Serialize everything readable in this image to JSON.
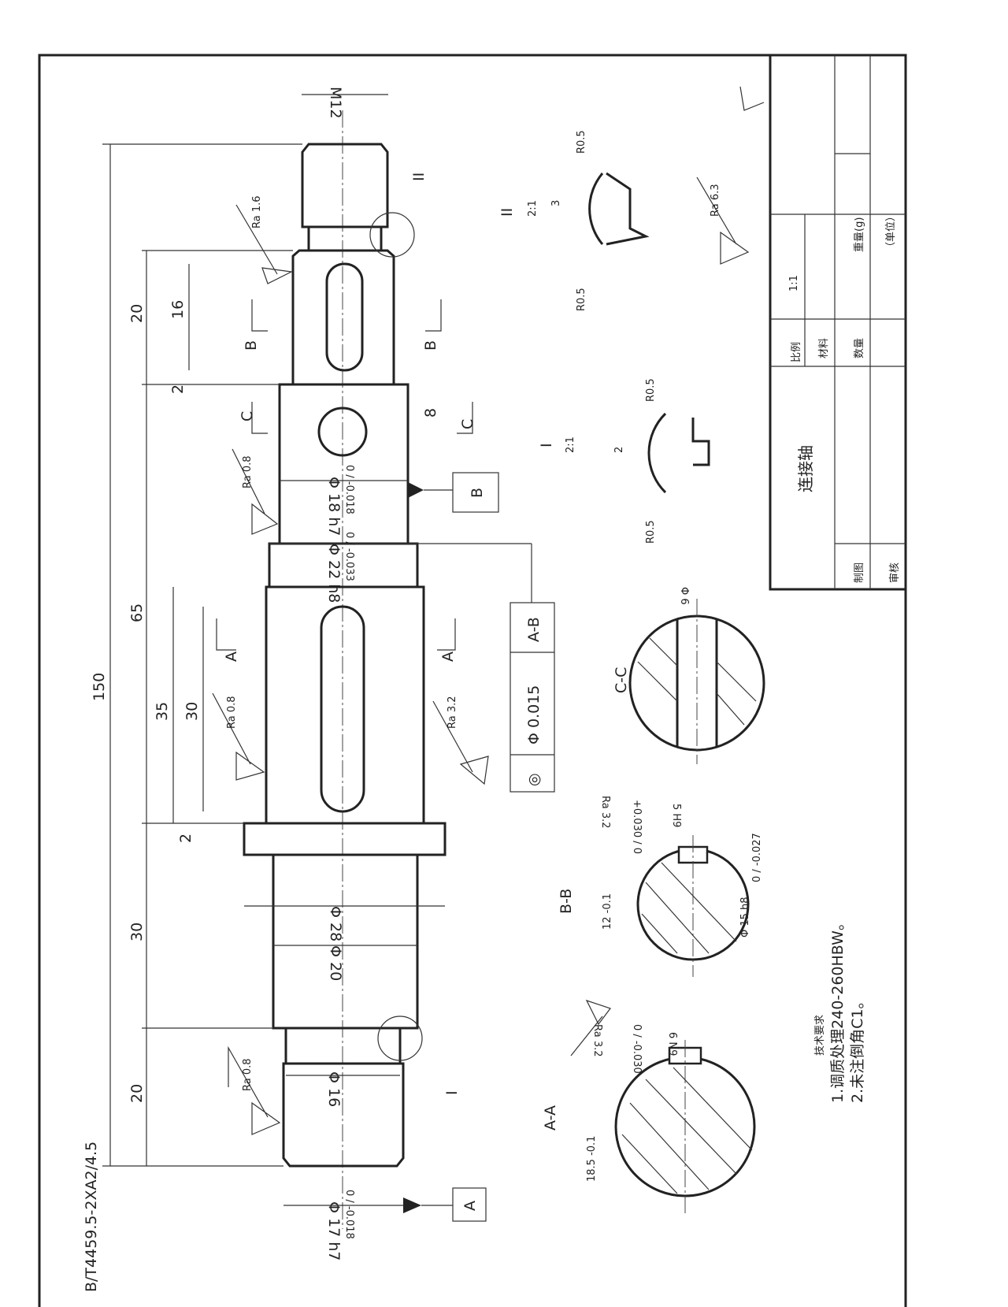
{
  "title_block": {
    "part_name": "连接轴",
    "scale_label": "比例",
    "scale_value": "1:1",
    "material_label": "材料",
    "quantity_label": "数量",
    "weight_label": "重量(g)",
    "unit_label": "（单位）",
    "drawn_label": "制图",
    "checked_label": "审核"
  },
  "standard_note": "B/T4459.5-2XA2/4.5",
  "dimensions": {
    "overall": "150",
    "seg_left": "20",
    "seg_30": "30",
    "seg_65": "65",
    "seg_right": "20",
    "d16": "16",
    "d2a": "2",
    "d2b": "2",
    "d35": "35",
    "d30": "30",
    "d8": "8",
    "thread": "M12",
    "dia16": "Φ 16",
    "dia17": "Φ 17 h7",
    "dia17_tol": "0 / -0.018",
    "dia20": "Φ 20",
    "dia28": "Φ 28",
    "dia22": "Φ 22 h8",
    "dia22_tol": "0 / -0.033",
    "dia18": "Φ 18 h7",
    "dia18_tol": "0 / -0.018"
  },
  "roughness": {
    "left": "Ra 0.8",
    "mid": "Ra 0.8",
    "mid2": "Ra 0.8",
    "shoulder": "Ra 3.2",
    "right": "Ra 1.6",
    "keyA": "Ra 3.2",
    "keyB": "Ra 3.2",
    "general": "Ra 6.3"
  },
  "datums": {
    "a": "A",
    "b": "B"
  },
  "tolerance_frame": {
    "symbol": "◎",
    "value": "Φ 0.015",
    "datum": "A-B"
  },
  "section_marks": {
    "a1": "A",
    "a2": "A",
    "b1": "B",
    "b2": "B",
    "c1": "C",
    "c2": "C"
  },
  "sections": {
    "aa_title": "A-A",
    "aa_dim": "18.5 -0.1",
    "aa_key": "6 N9",
    "aa_key_tol": "0 / -0.030",
    "bb_title": "B-B",
    "bb_dim": "12 -0.1",
    "bb_key": "5 H9",
    "bb_key_tol": "+0.030 / 0",
    "bb_dia": "Φ 15 h8",
    "bb_dia_tol": "0 / -0.027",
    "cc_title": "C-C",
    "cc_dia": "Φ 6"
  },
  "details": {
    "i_label": "I",
    "i_scale": "2:1",
    "i_dim": "2",
    "i_r1": "R0.5",
    "i_r2": "R0.5",
    "ii_label": "II",
    "ii_scale": "2:1",
    "ii_dim": "3",
    "ii_r1": "R0.5",
    "ii_r2": "R0.5",
    "mark_i": "I",
    "mark_ii": "II"
  },
  "notes": {
    "heading": "技术要求",
    "line1": "1.调质处理240-260HBW。",
    "line2": "2.未注倒角C1。"
  }
}
